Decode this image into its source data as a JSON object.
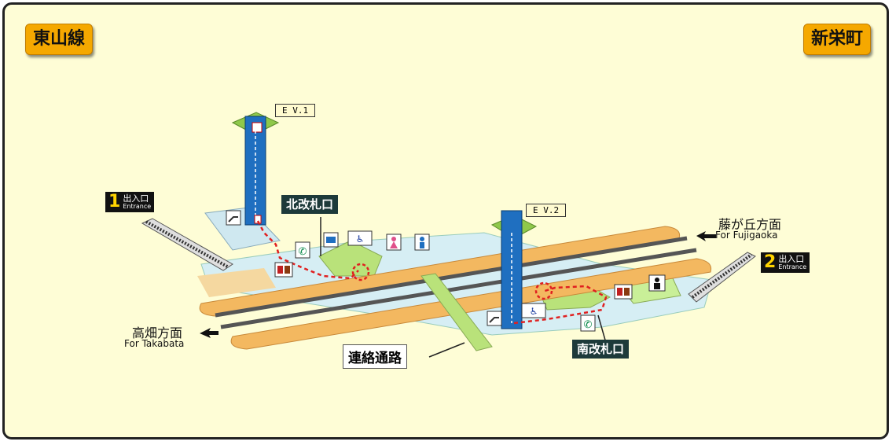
{
  "line_name": "東山線",
  "station_name": "新栄町",
  "elevators": [
    "E V.1",
    "E V.2"
  ],
  "gates": {
    "north": "北改札口",
    "south": "南改札口"
  },
  "exits": [
    {
      "num": "1",
      "jp": "出入口",
      "en": "Entrance"
    },
    {
      "num": "2",
      "jp": "出入口",
      "en": "Entrance"
    }
  ],
  "directions": {
    "fujigaoka_jp": "藤が丘方面",
    "fujigaoka_en": "For Fujigaoka",
    "takabata_jp": "高畑方面",
    "takabata_en": "For Takabata"
  },
  "corridor": "連絡通路",
  "colors": {
    "platform": "#f3b860",
    "concourse": "#c9ef98",
    "elevator": "#1f6fc0",
    "route": "#e02020",
    "tag": "#f5a800"
  },
  "icons": [
    "escalator-icon",
    "phone-icon",
    "ticket-machine-icon",
    "ticket-office-icon",
    "accessible-toilet-icon",
    "womens-toilet-icon",
    "mens-toilet-icon",
    "station-staff-icon",
    "elevator-icon"
  ]
}
